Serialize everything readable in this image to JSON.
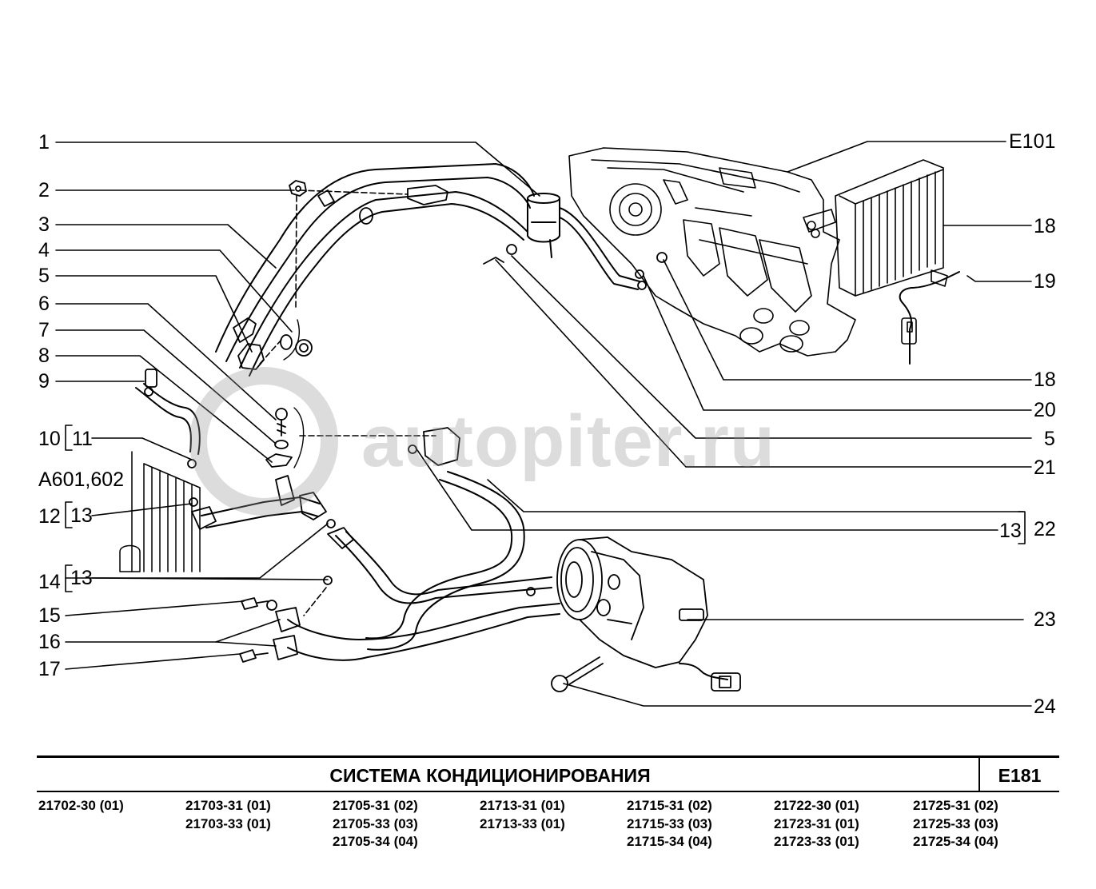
{
  "diagram": {
    "watermark": "autopiter.ru",
    "labels_left": [
      "1",
      "2",
      "3",
      "4",
      "5",
      "6",
      "7",
      "8",
      "9",
      "10",
      "11",
      "A601,602",
      "12",
      "13",
      "14",
      "13",
      "15",
      "16",
      "17"
    ],
    "labels_right": [
      "E101",
      "18",
      "19",
      "18",
      "20",
      "5",
      "21",
      "13",
      "22",
      "23",
      "24"
    ]
  },
  "footer": {
    "title": "СИСТЕМА КОНДИЦИОНИРОВАНИЯ",
    "page_code": "E181",
    "models": [
      [
        "21702-30 (01)"
      ],
      [
        "21703-31 (01)",
        "21703-33 (01)"
      ],
      [
        "21705-31 (02)",
        "21705-33 (03)",
        "21705-34 (04)"
      ],
      [
        "21713-31 (01)",
        "21713-33 (01)"
      ],
      [
        "21715-31 (02)",
        "21715-33 (03)",
        "21715-34 (04)"
      ],
      [
        "21722-30 (01)",
        "21723-31 (01)",
        "21723-33 (01)"
      ],
      [
        "21725-31 (02)",
        "21725-33 (03)",
        "21725-34 (04)"
      ]
    ]
  }
}
